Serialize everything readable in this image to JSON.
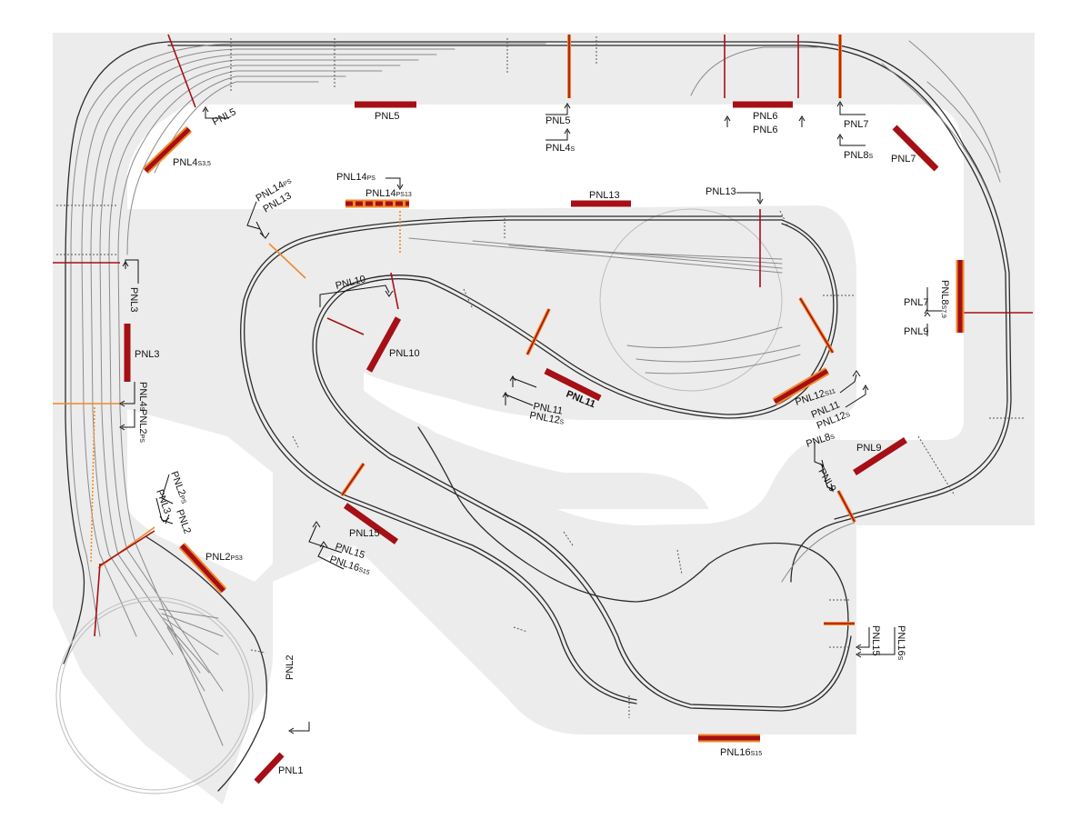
{
  "colors": {
    "benchwork": "#ececec",
    "track_dark": "#2b2b2b",
    "track_light": "#8a8a8a",
    "panel_red": "#a50f15",
    "panel_orange": "#ef8a2b",
    "arrow": "#111111"
  },
  "panels": [
    {
      "label": "PNL1",
      "sub": ""
    },
    {
      "label": "PNL2",
      "sub": "PS3"
    },
    {
      "label": "PNL3",
      "sub": ""
    },
    {
      "label": "PNL4",
      "sub": "S3,5"
    },
    {
      "label": "PNL5",
      "sub": ""
    },
    {
      "label": "PNL6",
      "sub": ""
    },
    {
      "label": "PNL7",
      "sub": ""
    },
    {
      "label": "PNL8",
      "sub": "S7,9"
    },
    {
      "label": "PNL9",
      "sub": ""
    },
    {
      "label": "PNL10",
      "sub": ""
    },
    {
      "label": "PNL11",
      "sub": ""
    },
    {
      "label": "PNL12",
      "sub": "S11"
    },
    {
      "label": "PNL13",
      "sub": ""
    },
    {
      "label": "PNL14",
      "sub": "PS13"
    },
    {
      "label": "PNL15",
      "sub": ""
    },
    {
      "label": "PNL16",
      "sub": "S15"
    }
  ],
  "arrows": [
    {
      "label": "PNL5",
      "sub": ""
    },
    {
      "label": "PNL5",
      "sub": ""
    },
    {
      "label": "PNL4",
      "sub": "S"
    },
    {
      "label": "PNL6",
      "sub": ""
    },
    {
      "label": "PNL7",
      "sub": ""
    },
    {
      "label": "PNL8",
      "sub": "S"
    },
    {
      "label": "PNL3",
      "sub": ""
    },
    {
      "label": "PNL4",
      "sub": "S"
    },
    {
      "label": "PNL2",
      "sub": "PS"
    },
    {
      "label": "PNL2",
      "sub": "PS"
    },
    {
      "label": "PNL3",
      "sub": ""
    },
    {
      "label": "PNL2",
      "sub": ""
    },
    {
      "label": "PNL14",
      "sub": "PS"
    },
    {
      "label": "PNL13",
      "sub": ""
    },
    {
      "label": "PNL14",
      "sub": "PS"
    },
    {
      "label": "PNL13",
      "sub": ""
    },
    {
      "label": "PNL10",
      "sub": ""
    },
    {
      "label": "PNL11",
      "sub": ""
    },
    {
      "label": "PNL12",
      "sub": "S"
    },
    {
      "label": "PNL11",
      "sub": ""
    },
    {
      "label": "PNL12",
      "sub": "S"
    },
    {
      "label": "PNL7",
      "sub": ""
    },
    {
      "label": "PNL9",
      "sub": ""
    },
    {
      "label": "PNL8",
      "sub": "S"
    },
    {
      "label": "PNL9",
      "sub": ""
    },
    {
      "label": "PNL15",
      "sub": ""
    },
    {
      "label": "PNL16",
      "sub": "S15"
    },
    {
      "label": "PNL16",
      "sub": "S"
    },
    {
      "label": "PNL15",
      "sub": ""
    },
    {
      "label": "PNL2",
      "sub": ""
    }
  ]
}
